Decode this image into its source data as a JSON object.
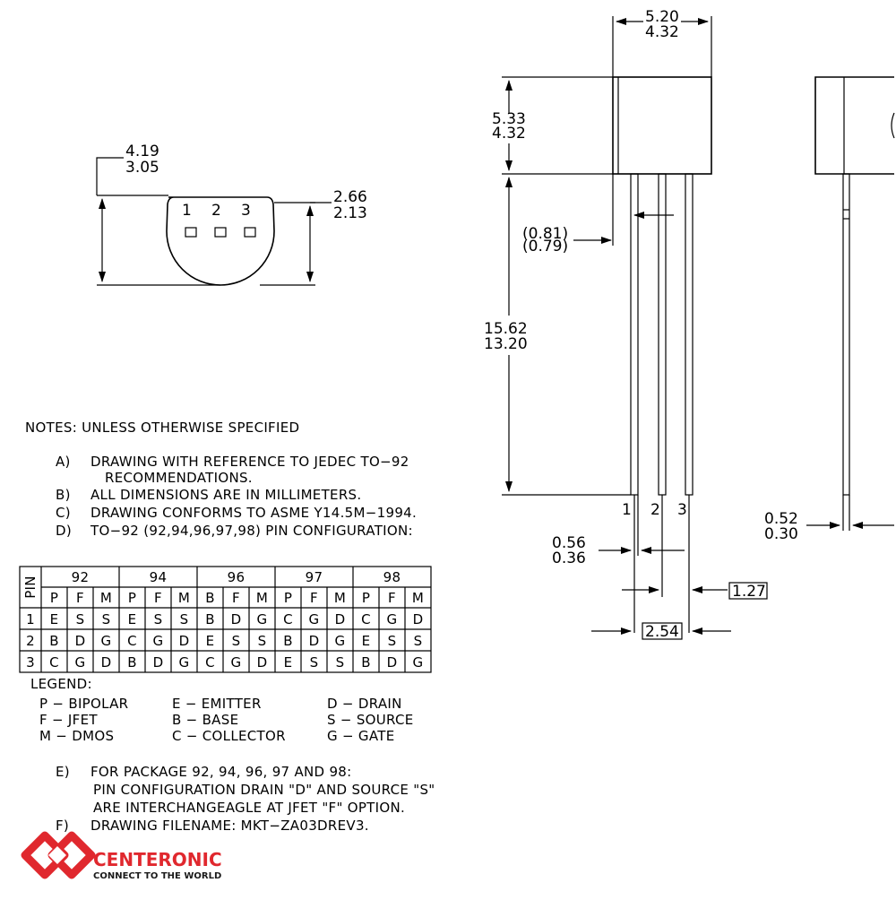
{
  "colors": {
    "ink": "#000000",
    "brand_red": "#e0282e",
    "brand_dark": "#1a1a1a"
  },
  "top_view": {
    "pins": [
      "1",
      "2",
      "3"
    ],
    "dim_height": [
      "4.19",
      "3.05"
    ],
    "dim_flat": [
      "2.66",
      "2.13"
    ]
  },
  "front_view": {
    "dim_width": [
      "5.20",
      "4.32"
    ],
    "dim_body_height": [
      "5.33",
      "4.32"
    ],
    "dim_lead_width_paren": [
      "(0.81)",
      "(0.79)"
    ],
    "dim_lead_length": [
      "15.62",
      "13.20"
    ],
    "pin_labels": [
      "1",
      "2",
      "3"
    ],
    "dim_lead_thickness": [
      "0.56",
      "0.36"
    ],
    "pitch_small": "1.27",
    "pitch_large": "2.54"
  },
  "side_view": {
    "dim_lead_thk": [
      "0.52",
      "0.30"
    ]
  },
  "notes": {
    "title": "NOTES: UNLESS OTHERWISE SPECIFIED",
    "items": [
      {
        "letter": "A)",
        "lines": [
          "DRAWING WITH REFERENCE TO JEDEC TO−92",
          "RECOMMENDATIONS."
        ]
      },
      {
        "letter": "B)",
        "lines": [
          "ALL DIMENSIONS ARE IN MILLIMETERS."
        ]
      },
      {
        "letter": "C)",
        "lines": [
          "DRAWING CONFORMS TO ASME Y14.5M−1994."
        ]
      },
      {
        "letter": "D)",
        "lines": [
          "TO−92 (92,94,96,97,98) PIN CONFIGURATION:"
        ]
      }
    ],
    "extra": [
      {
        "letter": "E)",
        "lines": [
          "FOR PACKAGE 92, 94, 96, 97 AND 98:",
          "PIN CONFIGURATION DRAIN \"D\" AND SOURCE \"S\"",
          "ARE INTERCHANGEAGLE AT JFET \"F\" OPTION."
        ]
      },
      {
        "letter": "F)",
        "lines": [
          "DRAWING FILENAME: MKT−ZA03DREV3."
        ]
      }
    ]
  },
  "pin_table": {
    "pin_header": "PIN",
    "groups": [
      "92",
      "94",
      "96",
      "97",
      "98"
    ],
    "subheaders": [
      "P",
      "F",
      "M",
      "P",
      "F",
      "M",
      "B",
      "F",
      "M",
      "P",
      "F",
      "M",
      "P",
      "F",
      "M"
    ],
    "rows": [
      {
        "pin": "1",
        "cells": [
          "E",
          "S",
          "S",
          "E",
          "S",
          "S",
          "B",
          "D",
          "G",
          "C",
          "G",
          "D",
          "C",
          "G",
          "D"
        ]
      },
      {
        "pin": "2",
        "cells": [
          "B",
          "D",
          "G",
          "C",
          "G",
          "D",
          "E",
          "S",
          "S",
          "B",
          "D",
          "G",
          "E",
          "S",
          "S"
        ]
      },
      {
        "pin": "3",
        "cells": [
          "C",
          "G",
          "D",
          "B",
          "D",
          "G",
          "C",
          "G",
          "D",
          "E",
          "S",
          "S",
          "B",
          "D",
          "G"
        ]
      }
    ]
  },
  "legend": {
    "title": "LEGEND:",
    "entries": [
      [
        "P − BIPOLAR",
        "E − EMITTER",
        "D − DRAIN"
      ],
      [
        "F − JFET",
        "B − BASE",
        "S − SOURCE"
      ],
      [
        "M − DMOS",
        "C − COLLECTOR",
        "G − GATE"
      ]
    ]
  },
  "brand": {
    "name": "CENTERONIC",
    "tagline": "CONNECT TO THE WORLD"
  }
}
